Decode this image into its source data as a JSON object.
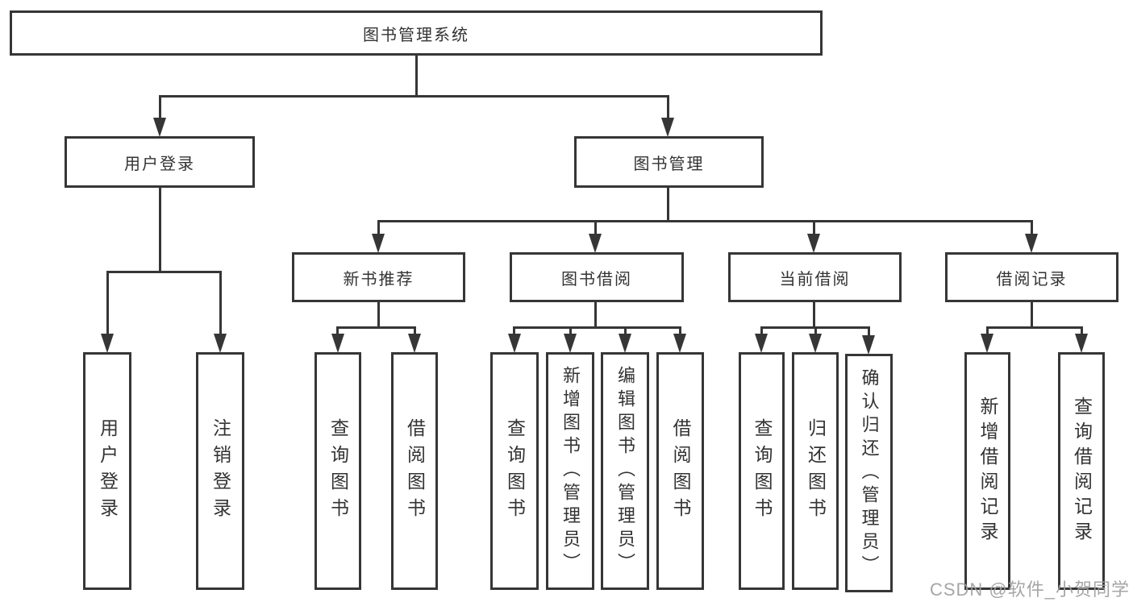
{
  "colors": {
    "line": "#363636",
    "text": "#333333",
    "background": "#ffffff",
    "watermark": "#9e9e9e"
  },
  "watermark": {
    "text": "CSDN @软件_小贺同学"
  },
  "diagram": {
    "root": {
      "label": "图书管理系统"
    },
    "branches": [
      {
        "label": "用户登录",
        "children": [
          "用户登录",
          "注销登录"
        ]
      },
      {
        "label": "图书管理",
        "children": [
          {
            "label": "新书推荐",
            "children": [
              "查询图书",
              "借阅图书"
            ]
          },
          {
            "label": "图书借阅",
            "children": [
              "查询图书",
              "新增图书（管理员）",
              "编辑图书（管理员）",
              "借阅图书"
            ]
          },
          {
            "label": "当前借阅",
            "children": [
              "查询图书",
              "归还图书",
              "确认归还（管理员）"
            ]
          },
          {
            "label": "借阅记录",
            "children": [
              "新增借阅记录",
              "查询借阅记录"
            ]
          }
        ]
      }
    ]
  }
}
